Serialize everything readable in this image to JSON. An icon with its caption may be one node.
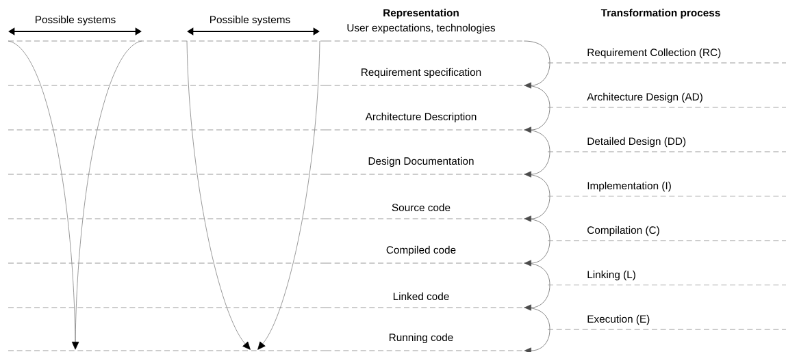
{
  "diagram": {
    "nodes": [
      {
        "text": [
          "User expectations, technologies"
        ]
      },
      {
        "text": [
          "Requirement specification"
        ]
      },
      {
        "text": [
          "Architecture Description"
        ]
      },
      {
        "text": [
          "Design Documentation"
        ]
      },
      {
        "text": [
          "Source code"
        ]
      },
      {
        "text": [
          "Compiled code"
        ]
      },
      {
        "text": [
          "Linked code"
        ]
      },
      {
        "text": [
          "Running code"
        ]
      }
    ],
    "edges": [
      {
        "from": 0,
        "to": 1,
        "arrow": "to",
        "label": "Requirement Collection (RC)"
      },
      {
        "from": 1,
        "to": 2,
        "arrow": "to",
        "label": "Architecture Design (AD)"
      },
      {
        "from": 2,
        "to": 3,
        "arrow": "to",
        "label": "Detailed Design (DD)"
      },
      {
        "from": 3,
        "to": 4,
        "arrow": "to",
        "label": "Implementation (I)"
      },
      {
        "from": 4,
        "to": 5,
        "arrow": "to",
        "label": "Compilation (C)"
      },
      {
        "from": 5,
        "to": 6,
        "arrow": "to",
        "label": "Linking (L)"
      },
      {
        "from": 6,
        "to": 7,
        "arrow": "to",
        "label": "Execution (E)"
      }
    ],
    "labels": [
      "Possible systems",
      "Possible systems",
      "Representation",
      "Transformation process"
    ]
  }
}
